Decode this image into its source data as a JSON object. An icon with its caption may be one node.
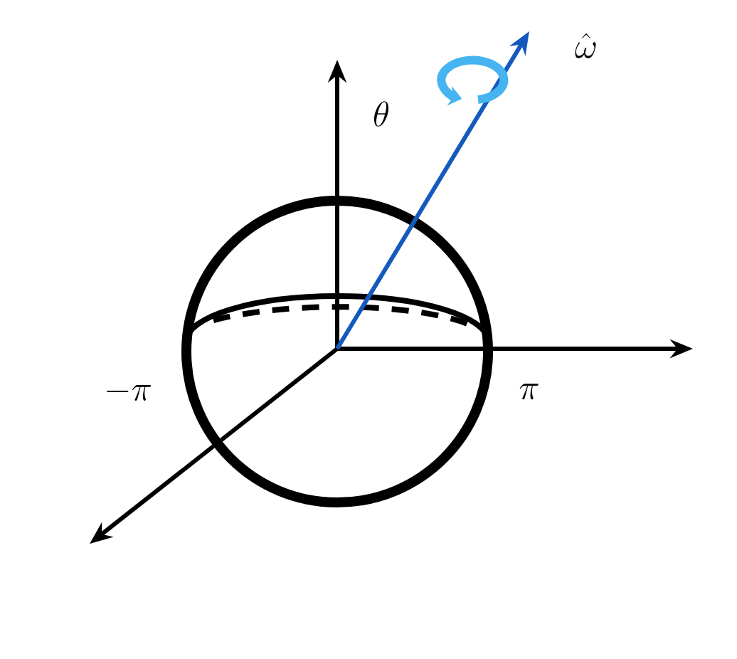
{
  "diagram": {
    "labels": [
      "\\theta",
      "\\hat{\\omega}",
      "-\\pi",
      "\\pi"
    ]
  }
}
